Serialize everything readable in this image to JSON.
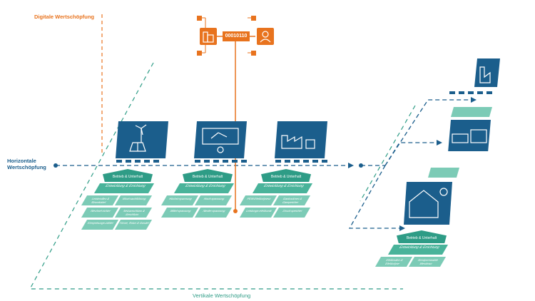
{
  "labels": {
    "digital": "Digitale Wertschöpfung",
    "horizontal_line1": "Horizontale",
    "horizontal_line2": "Wertschöpfung",
    "vertical": "Vertikale Wertschöpfung",
    "binary": "00010110"
  },
  "colors": {
    "orange": "#e8731e",
    "navy": "#1b5e8c",
    "teal": "#2e9c86",
    "teal_light": "#7ccbb6",
    "teal_pale": "#bfe6da"
  },
  "icons": {
    "top_left": "city-buildings-icon",
    "top_right": "person-icon",
    "tile1": "wind-solar-icon",
    "tile2": "control-room-icon",
    "tile3": "industry-h2-icon",
    "right1": "factory-icon",
    "right2": "car-truck-h2-icon",
    "right3": "house-solar-h2-icon"
  },
  "tiles": [
    {
      "roof": "Betrieb & Unterhalt",
      "bar": "Entwicklung & Errichtung",
      "cells": [
        "Leistendlen & Stromkabel",
        "Wind-nachführung",
        "Wechsel-richter",
        "Netzanschluss & Anschluss",
        "Einspeisungs-zähler",
        "Türme, Rotor & Gondel"
      ]
    },
    {
      "roof": "Betrieb & Unterhalt",
      "bar": "Entwicklung & Errichtung",
      "cells": [
        "Höchst-spannung",
        "Hoch-spannung",
        "Mittel-spannung",
        "Nieder-spannung"
      ]
    },
    {
      "roof": "Betrieb & Unterhalt",
      "bar": "Entwicklung & Errichtung",
      "cells": [
        "PEM-Elektrolyseur",
        "Gastrocknen & Gasspeicher",
        "Leistungs-elektronik",
        "Druck-speicher"
      ]
    },
    {
      "roof": "Betrieb & Unterhalt",
      "bar": "Entwicklung & Errichtung",
      "cells": [
        "Elektroden & Elektrolyse",
        "Semipermeable Membran"
      ]
    }
  ]
}
